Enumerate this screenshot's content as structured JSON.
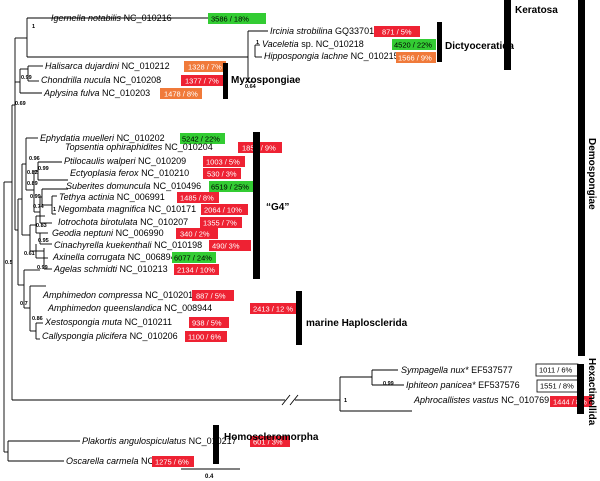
{
  "colors": {
    "green": "#33cc33",
    "red": "#ee2233",
    "orange": "#f07a3a",
    "white": "#ffffff"
  },
  "taxa": [
    {
      "name": "Igernella notabilis",
      "id": "NC_010216",
      "badge": "3586 / 18%",
      "color": "green"
    },
    {
      "name": "Ircinia strobilina",
      "id": "GQ337013",
      "badge": "871 / 5%",
      "color": "red"
    },
    {
      "name": "Vaceletia",
      "id": "sp. NC_010218",
      "badge": "4520 / 22%",
      "color": "green"
    },
    {
      "name": "Hippospongia lachne",
      "id": "NC_010215",
      "badge": "1566 / 9%",
      "color": "orange"
    },
    {
      "name": "Halisarca dujardini",
      "id": "NC_010212",
      "badge": "1328 / 7%",
      "color": "orange"
    },
    {
      "name": "Chondrilla nucula",
      "id": "NC_010208",
      "badge": "1377 / 7%",
      "color": "red"
    },
    {
      "name": "Aplysina fulva",
      "id": "NC_010203",
      "badge": "1478 / 8%",
      "color": "orange"
    },
    {
      "name": "Ephydatia muelleri",
      "id": "NC_010202",
      "badge": "5242 / 22%",
      "color": "green"
    },
    {
      "name": "Topsentia ophiraphidites",
      "id": "NC_010204",
      "badge": "1856 / 9%",
      "color": "red"
    },
    {
      "name": "Ptilocaulis walperi",
      "id": "NC_010209",
      "badge": "1003 / 5%",
      "color": "red"
    },
    {
      "name": "Ectyoplasia ferox",
      "id": "NC_010210",
      "badge": "530 / 3%",
      "color": "red"
    },
    {
      "name": "Suberites domuncula",
      "id": "NC_010496",
      "badge": "6519 / 25%",
      "color": "green"
    },
    {
      "name": "Tethya actinia",
      "id": "NC_006991",
      "badge": "1485 / 8%",
      "color": "red"
    },
    {
      "name": "Negombata magnifica",
      "id": "NC_010171",
      "badge": "2064 / 10%",
      "color": "red"
    },
    {
      "name": "Iotrochota birotulata",
      "id": "NC_010207",
      "badge": "1355 / 7%",
      "color": "red"
    },
    {
      "name": "Geodia neptuni",
      "id": "NC_006990",
      "badge": "340 / 2%",
      "color": "red"
    },
    {
      "name": "Cinachyrella kuekenthali",
      "id": "NC_010198",
      "badge": "490/ 3%",
      "color": "red"
    },
    {
      "name": "Axinella corrugata",
      "id": "NC_006894",
      "badge": "6077 / 24%",
      "color": "green"
    },
    {
      "name": "Agelas schmidti",
      "id": "NC_010213",
      "badge": "2134 / 10%",
      "color": "red"
    },
    {
      "name": "Amphimedon compressa",
      "id": "NC_010201",
      "badge": "887 / 5%",
      "color": "red"
    },
    {
      "name": "Amphimedon queenslandica",
      "id": "NC_008944",
      "badge": "2413 / 12 %",
      "color": "red"
    },
    {
      "name": "Xestospongia muta",
      "id": "NC_010211",
      "badge": "938 / 5%",
      "color": "red"
    },
    {
      "name": "Callyspongia plicifera",
      "id": "NC_010206",
      "badge": "1100 / 6%",
      "color": "red"
    },
    {
      "name": "Sympagella nux*",
      "id": "EF537577",
      "badge": "1011 / 6%",
      "color": "white"
    },
    {
      "name": "Iphiteon panicea*",
      "id": "EF537576",
      "badge": "1551 / 8%",
      "color": "white"
    },
    {
      "name": "Aphrocallistes vastus",
      "id": "NC_010769",
      "badge": "1444 / 8%",
      "color": "red"
    },
    {
      "name": "Plakortis angulospiculatus",
      "id": "NC_010217",
      "badge": "601 / 3%",
      "color": "red"
    },
    {
      "name": "Oscarella carmela",
      "id": "NC_009090",
      "badge": "1275 / 6%",
      "color": "red"
    }
  ],
  "support_values": [
    "1",
    "1",
    "0.64",
    "0.99",
    "0.69",
    "0.96",
    "0.99",
    "0.82",
    "0.89",
    "0.99",
    "0.74",
    "1",
    "0.83",
    "0.95",
    "0.61",
    "0.99",
    "0.5",
    "0.7",
    "0.86",
    "0.99",
    "1"
  ],
  "clades": {
    "dictyoceratida": "Dictyoceratida",
    "keratosa": "Keratosa",
    "myxospongiae": "Myxospongiae",
    "g4": "“G4”",
    "marine_haplosclerida": "marine Haplosclerida",
    "demospongiae": "Demospongiae",
    "hexactinellida": "Hexactinellida",
    "homoscleromorpha": "Homoscleromorpha"
  },
  "scale_bar": {
    "label": "0.4"
  }
}
